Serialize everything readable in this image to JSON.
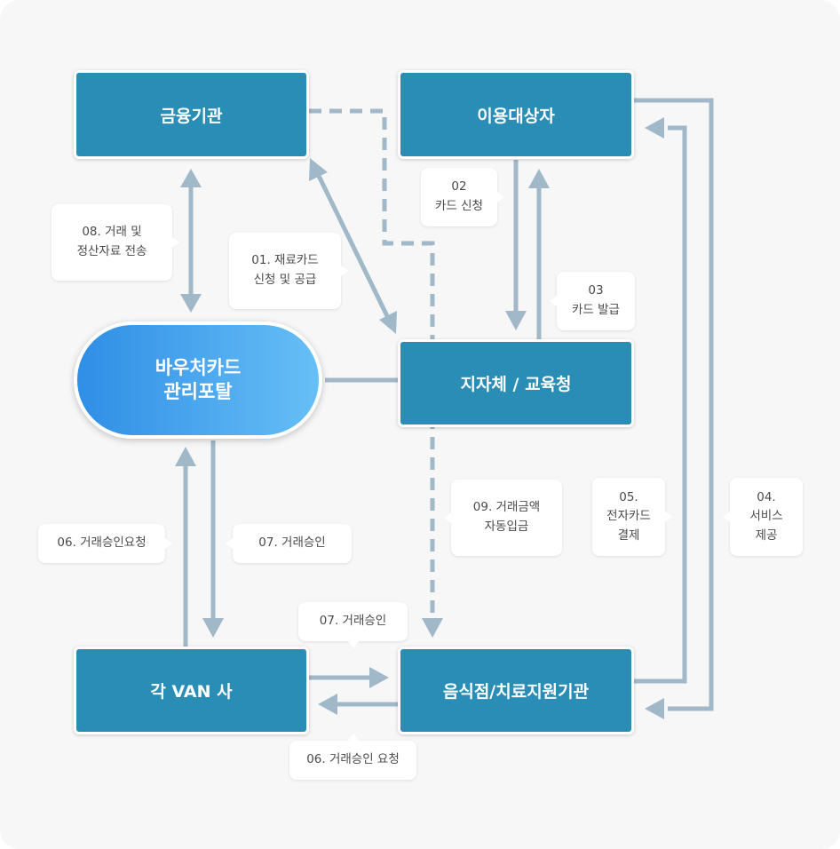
{
  "colors": {
    "box": "#2a8db5",
    "wire": "#a0b8c8",
    "portal_start": "#2f8ee6",
    "portal_end": "#67bff6",
    "background": "#f7f7f8"
  },
  "nodes": {
    "finance": "금융기관",
    "users": "이용대상자",
    "portal_line1": "바우처카드",
    "portal_line2": "관리포탈",
    "local_gov": "지자체 / 교육청",
    "van": "각 VAN 사",
    "merchant": "음식점/치료지원기관"
  },
  "labels": {
    "l02": [
      "02",
      "카드 신청"
    ],
    "l08": [
      "08. 거래 및",
      "정산자료 전송"
    ],
    "l01": [
      "01. 재료카드",
      "신청 및 공급"
    ],
    "l03": [
      "03",
      "카드 발급"
    ],
    "l09": [
      "09. 거래금액",
      "자동입금"
    ],
    "l05": [
      "05.",
      "전자카드",
      "결제"
    ],
    "l04": [
      "04.",
      "서비스",
      "제공"
    ],
    "l06a": [
      "06. 거래승인요청"
    ],
    "l07a": [
      "07. 거래승인"
    ],
    "l07b": [
      "07. 거래승인"
    ],
    "l06b": [
      "06. 거래승인 요청"
    ]
  }
}
